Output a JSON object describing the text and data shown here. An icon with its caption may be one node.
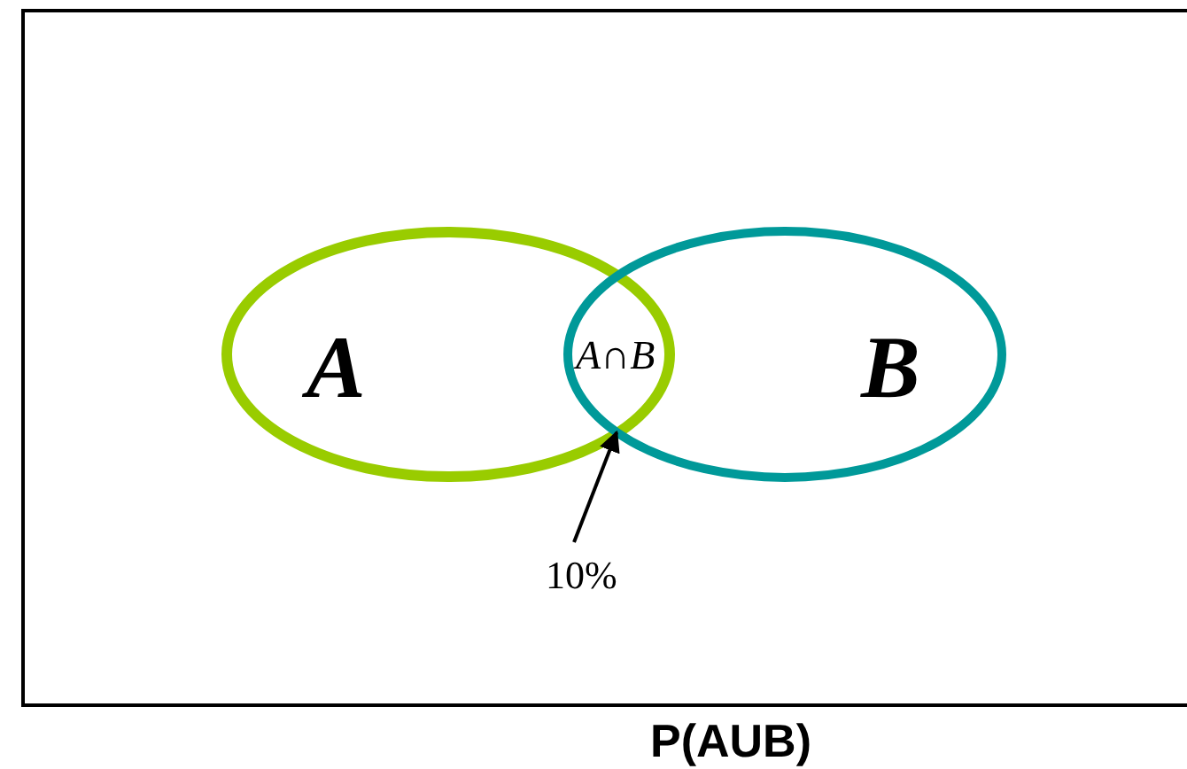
{
  "diagram": {
    "caption": "P(AUB)",
    "nodes": [
      {
        "text": [
          "A"
        ]
      },
      {
        "text": [
          "B"
        ]
      },
      {
        "text": [
          "10%"
        ]
      }
    ],
    "edges": [
      {
        "from": 2,
        "to": 1,
        "arrow": "to"
      }
    ],
    "labels": [
      "A∩B"
    ]
  }
}
